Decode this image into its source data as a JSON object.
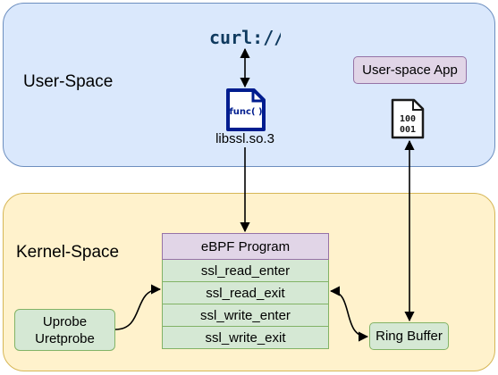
{
  "user_space": {
    "label": "User-Space"
  },
  "kernel_space": {
    "label": "Kernel-Space"
  },
  "curl_logo": {
    "text": "curl://",
    "color": "#0f3a5f",
    "accent": "#0f3a5f"
  },
  "library": {
    "icon_text": "func( )",
    "label": "libssl.so.3",
    "color": "#001d8f"
  },
  "user_app": {
    "label": "User-space App"
  },
  "binary_icon": {
    "line1": "100",
    "line2": "001"
  },
  "ebpf": {
    "title": "eBPF Program",
    "functions": [
      "ssl_read_enter",
      "ssl_read_exit",
      "ssl_write_enter",
      "ssl_write_exit"
    ]
  },
  "probes": {
    "line1": "Uprobe",
    "line2": "Uretprobe"
  },
  "ring_buffer": {
    "label": "Ring Buffer"
  },
  "colors": {
    "user_fill": "#dae8fc",
    "user_stroke": "#6c8ebf",
    "kernel_fill": "#fff2cc",
    "kernel_stroke": "#d6b656",
    "purple_fill": "#e1d5e7",
    "purple_stroke": "#9673a6",
    "green_fill": "#d5e8d4",
    "green_stroke": "#82b366"
  }
}
